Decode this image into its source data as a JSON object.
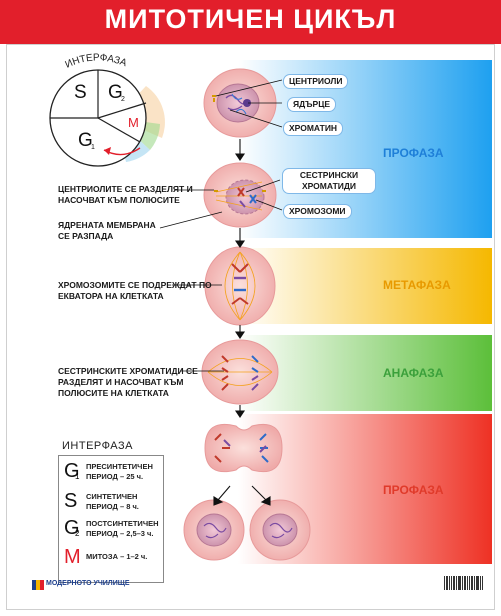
{
  "title": "МИТОТИЧЕН ЦИКЪЛ",
  "cycle_wheel": {
    "arc_label": "ИНТЕРФАЗА",
    "segments": [
      {
        "symbol": "S",
        "sub": ""
      },
      {
        "symbol": "G",
        "sub": "2"
      },
      {
        "symbol": "G",
        "sub": "1"
      },
      {
        "symbol": "M",
        "sub": ""
      }
    ]
  },
  "phases": [
    {
      "label": "ПРОФАЗА",
      "color": "#1e88e5",
      "band_from": "#ffffff",
      "band_to": "#1ea0f0"
    },
    {
      "label": "МЕТАФАЗА",
      "color": "#f0a000",
      "band_from": "#ffffff",
      "band_to": "#f5b800"
    },
    {
      "label": "АНАФАЗА",
      "color": "#4caf50",
      "band_from": "#ffffff",
      "band_to": "#5cbf3a"
    },
    {
      "label": "ПРОФАЗА",
      "color": "#e53935",
      "band_from": "#ffffff",
      "band_to": "#ee3124"
    }
  ],
  "box_labels": {
    "centrioles": "ЦЕНТРИОЛИ",
    "nucleolus": "ЯДЪРЦЕ",
    "chromatin": "ХРОМАТИН",
    "sister_chromatids": "СЕСТРИНСКИ ХРОМАТИДИ",
    "chromosomes": "ХРОМОЗОМИ"
  },
  "callouts": {
    "centrioles_separate": "ЦЕНТРИОЛИТЕ СЕ РАЗДЕЛЯТ И НАСОЧВАТ КЪМ ПОЛЮСИТЕ",
    "membrane_breaks": "ЯДРЕНАТА МЕМБРАНА СЕ РАЗПАДА",
    "chromosomes_align": "ХРОМОЗОМИТЕ СЕ ПОДРЕЖДАТ ПО ЕКВАТОРА НА КЛЕТКАТА",
    "chromatids_separate": "СЕСТРИНСКИТЕ ХРОМАТИДИ СЕ РАЗДЕЛЯТ И НАСОЧВАТ КЪМ ПОЛЮСИТЕ НА КЛЕТКАТА"
  },
  "legend": {
    "title": "ИНТЕРФАЗА",
    "items": [
      {
        "symbol": "G",
        "sub": "1",
        "text": "ПРЕСИНТЕТИЧЕН ПЕРИОД – 25 ч."
      },
      {
        "symbol": "S",
        "sub": "",
        "text": "СИНТЕТИЧЕН ПЕРИОД – 8 ч."
      },
      {
        "symbol": "G",
        "sub": "2",
        "text": "ПОСТСИНТЕТИЧЕН ПЕРИОД – 2,5–3 ч."
      },
      {
        "symbol": "M",
        "sub": "",
        "text": "МИТОЗА – 1–2 ч."
      }
    ]
  },
  "footer": {
    "brand": "МОДЕРНОТО УЧИЛИЩЕ"
  },
  "colors": {
    "title_bar": "#e21f2b",
    "cell_fill": "#f6c4c4",
    "nucleus_fill": "#e0a6b8",
    "accent_red": "#e21f2b"
  }
}
